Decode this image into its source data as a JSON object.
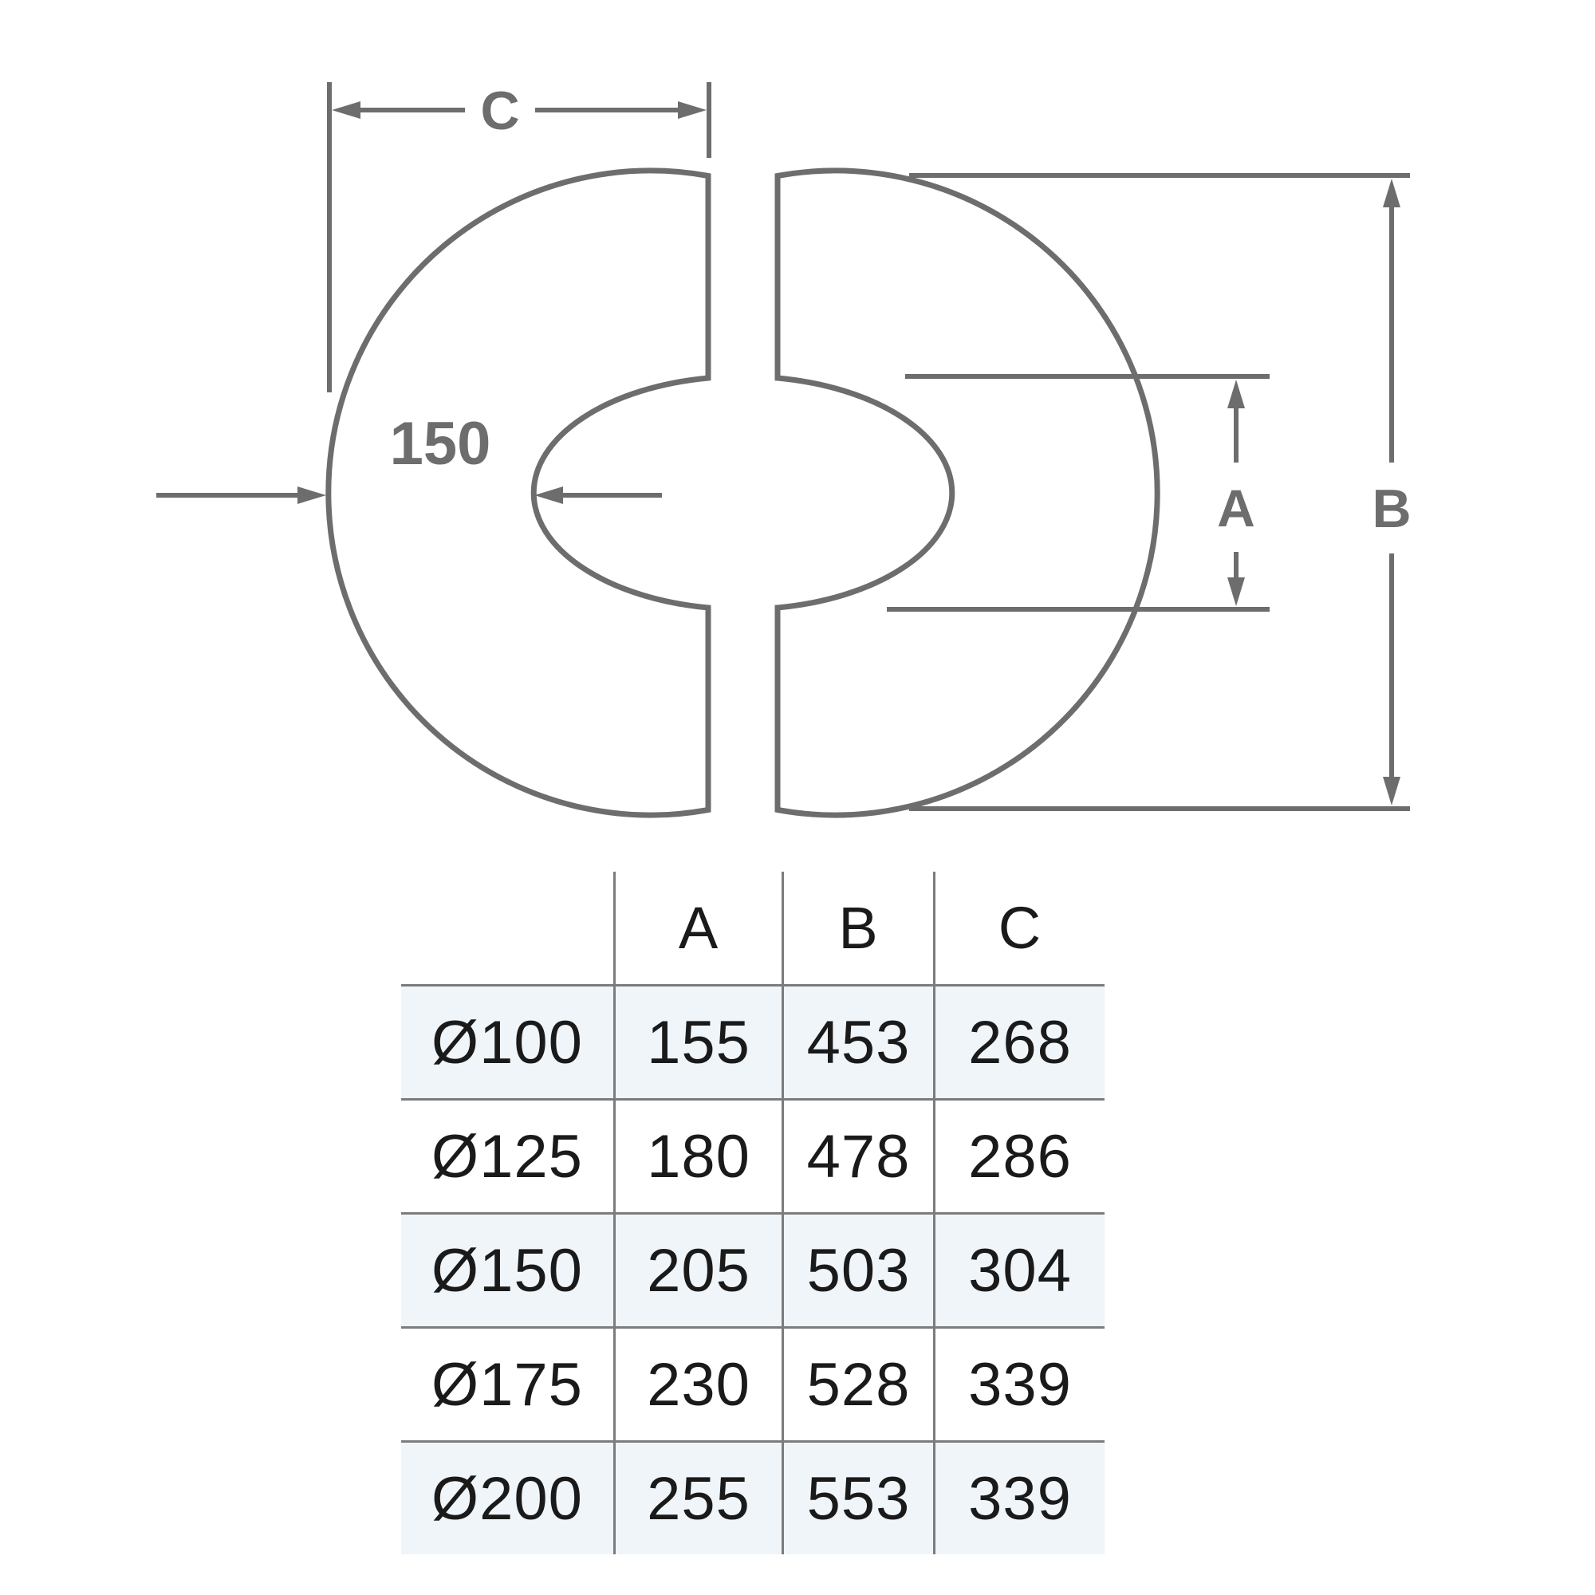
{
  "diagram": {
    "dim_c_label": "C",
    "dim_hole_label": "150",
    "dim_a_label": "A",
    "dim_b_label": "B",
    "stroke_color": "#6d6d6d"
  },
  "table": {
    "columns": [
      "A",
      "B",
      "C"
    ],
    "rows": [
      {
        "label": "Ø100",
        "a": "155",
        "b": "453",
        "c": "268"
      },
      {
        "label": "Ø125",
        "a": "180",
        "b": "478",
        "c": "286"
      },
      {
        "label": "Ø150",
        "a": "205",
        "b": "503",
        "c": "304"
      },
      {
        "label": "Ø175",
        "a": "230",
        "b": "528",
        "c": "339"
      },
      {
        "label": "Ø200",
        "a": "255",
        "b": "553",
        "c": "339"
      }
    ],
    "shade_color": "#eff5f9",
    "grid_color": "#7c7c7c"
  }
}
